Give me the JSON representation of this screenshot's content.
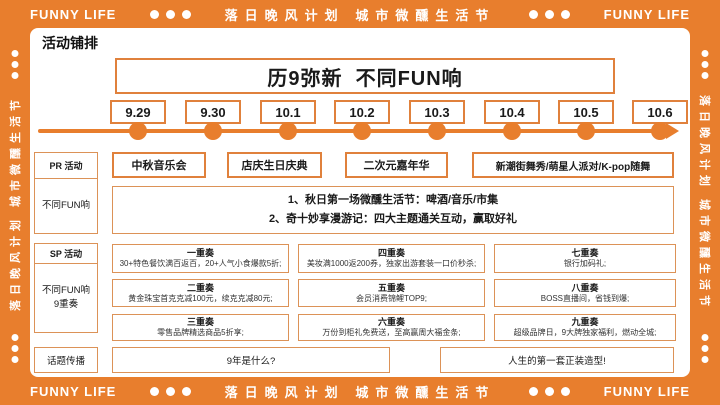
{
  "colors": {
    "orange": "#E87E2D",
    "box_border": "#E0813C",
    "thin_border": "#DC9257",
    "text": "#1A1A1A"
  },
  "frame": {
    "brand": "FUNNY LIFE",
    "slogan_left": "落日晚风计划",
    "slogan_right": "城市微醺生活节",
    "side_text": "落日晚风计划  城市微醺生活节"
  },
  "header": {
    "section_title": "活动铺排",
    "main_title": "历9弥新  不同FUN响"
  },
  "timeline": {
    "dates": [
      "9.29",
      "9.30",
      "10.1",
      "10.2",
      "10.3",
      "10.4",
      "10.5",
      "10.6"
    ]
  },
  "pr": {
    "label": "PR 活动",
    "sublabel": "不同FUN响",
    "events": [
      "中秋音乐会",
      "店庆生日庆典",
      "二次元嘉年华",
      "新潮街舞秀/萌星人派对/K-pop随舞"
    ]
  },
  "fun": {
    "line1": "1、秋日第一场微醺生活节：啤酒/音乐/市集",
    "line2": "2、奇十妙享漫游记：四大主题通关互动，赢取好礼"
  },
  "sp": {
    "label": "SP 活动",
    "sublabel1": "不同FUN响",
    "sublabel2": "9重奏",
    "cells": [
      {
        "title": "一重奏",
        "desc": "30+特色餐饮满百返百，20+人气小食爆款5折;"
      },
      {
        "title": "二重奏",
        "desc": "黄金珠宝首克克减100元，续克克减80元;"
      },
      {
        "title": "三重奏",
        "desc": "零售品牌精选商品5折享;"
      },
      {
        "title": "四重奏",
        "desc": "美妆满1000返200券，独家出游套装一口价秒杀;"
      },
      {
        "title": "五重奏",
        "desc": "会员消费锦鲤TOP9;"
      },
      {
        "title": "六重奏",
        "desc": "万份到柜礼免费送，至高赢周大福金条;"
      },
      {
        "title": "七重奏",
        "desc": "银行加码礼;"
      },
      {
        "title": "八重奏",
        "desc": "BOSS直播间，省钱到爆;"
      },
      {
        "title": "九重奏",
        "desc": "超级品牌日，9大牌独家福利，燃动全城;"
      }
    ]
  },
  "topic": {
    "label": "话题传播",
    "item1": "9年是什么?",
    "item2": "人生的第一套正装造型!"
  }
}
